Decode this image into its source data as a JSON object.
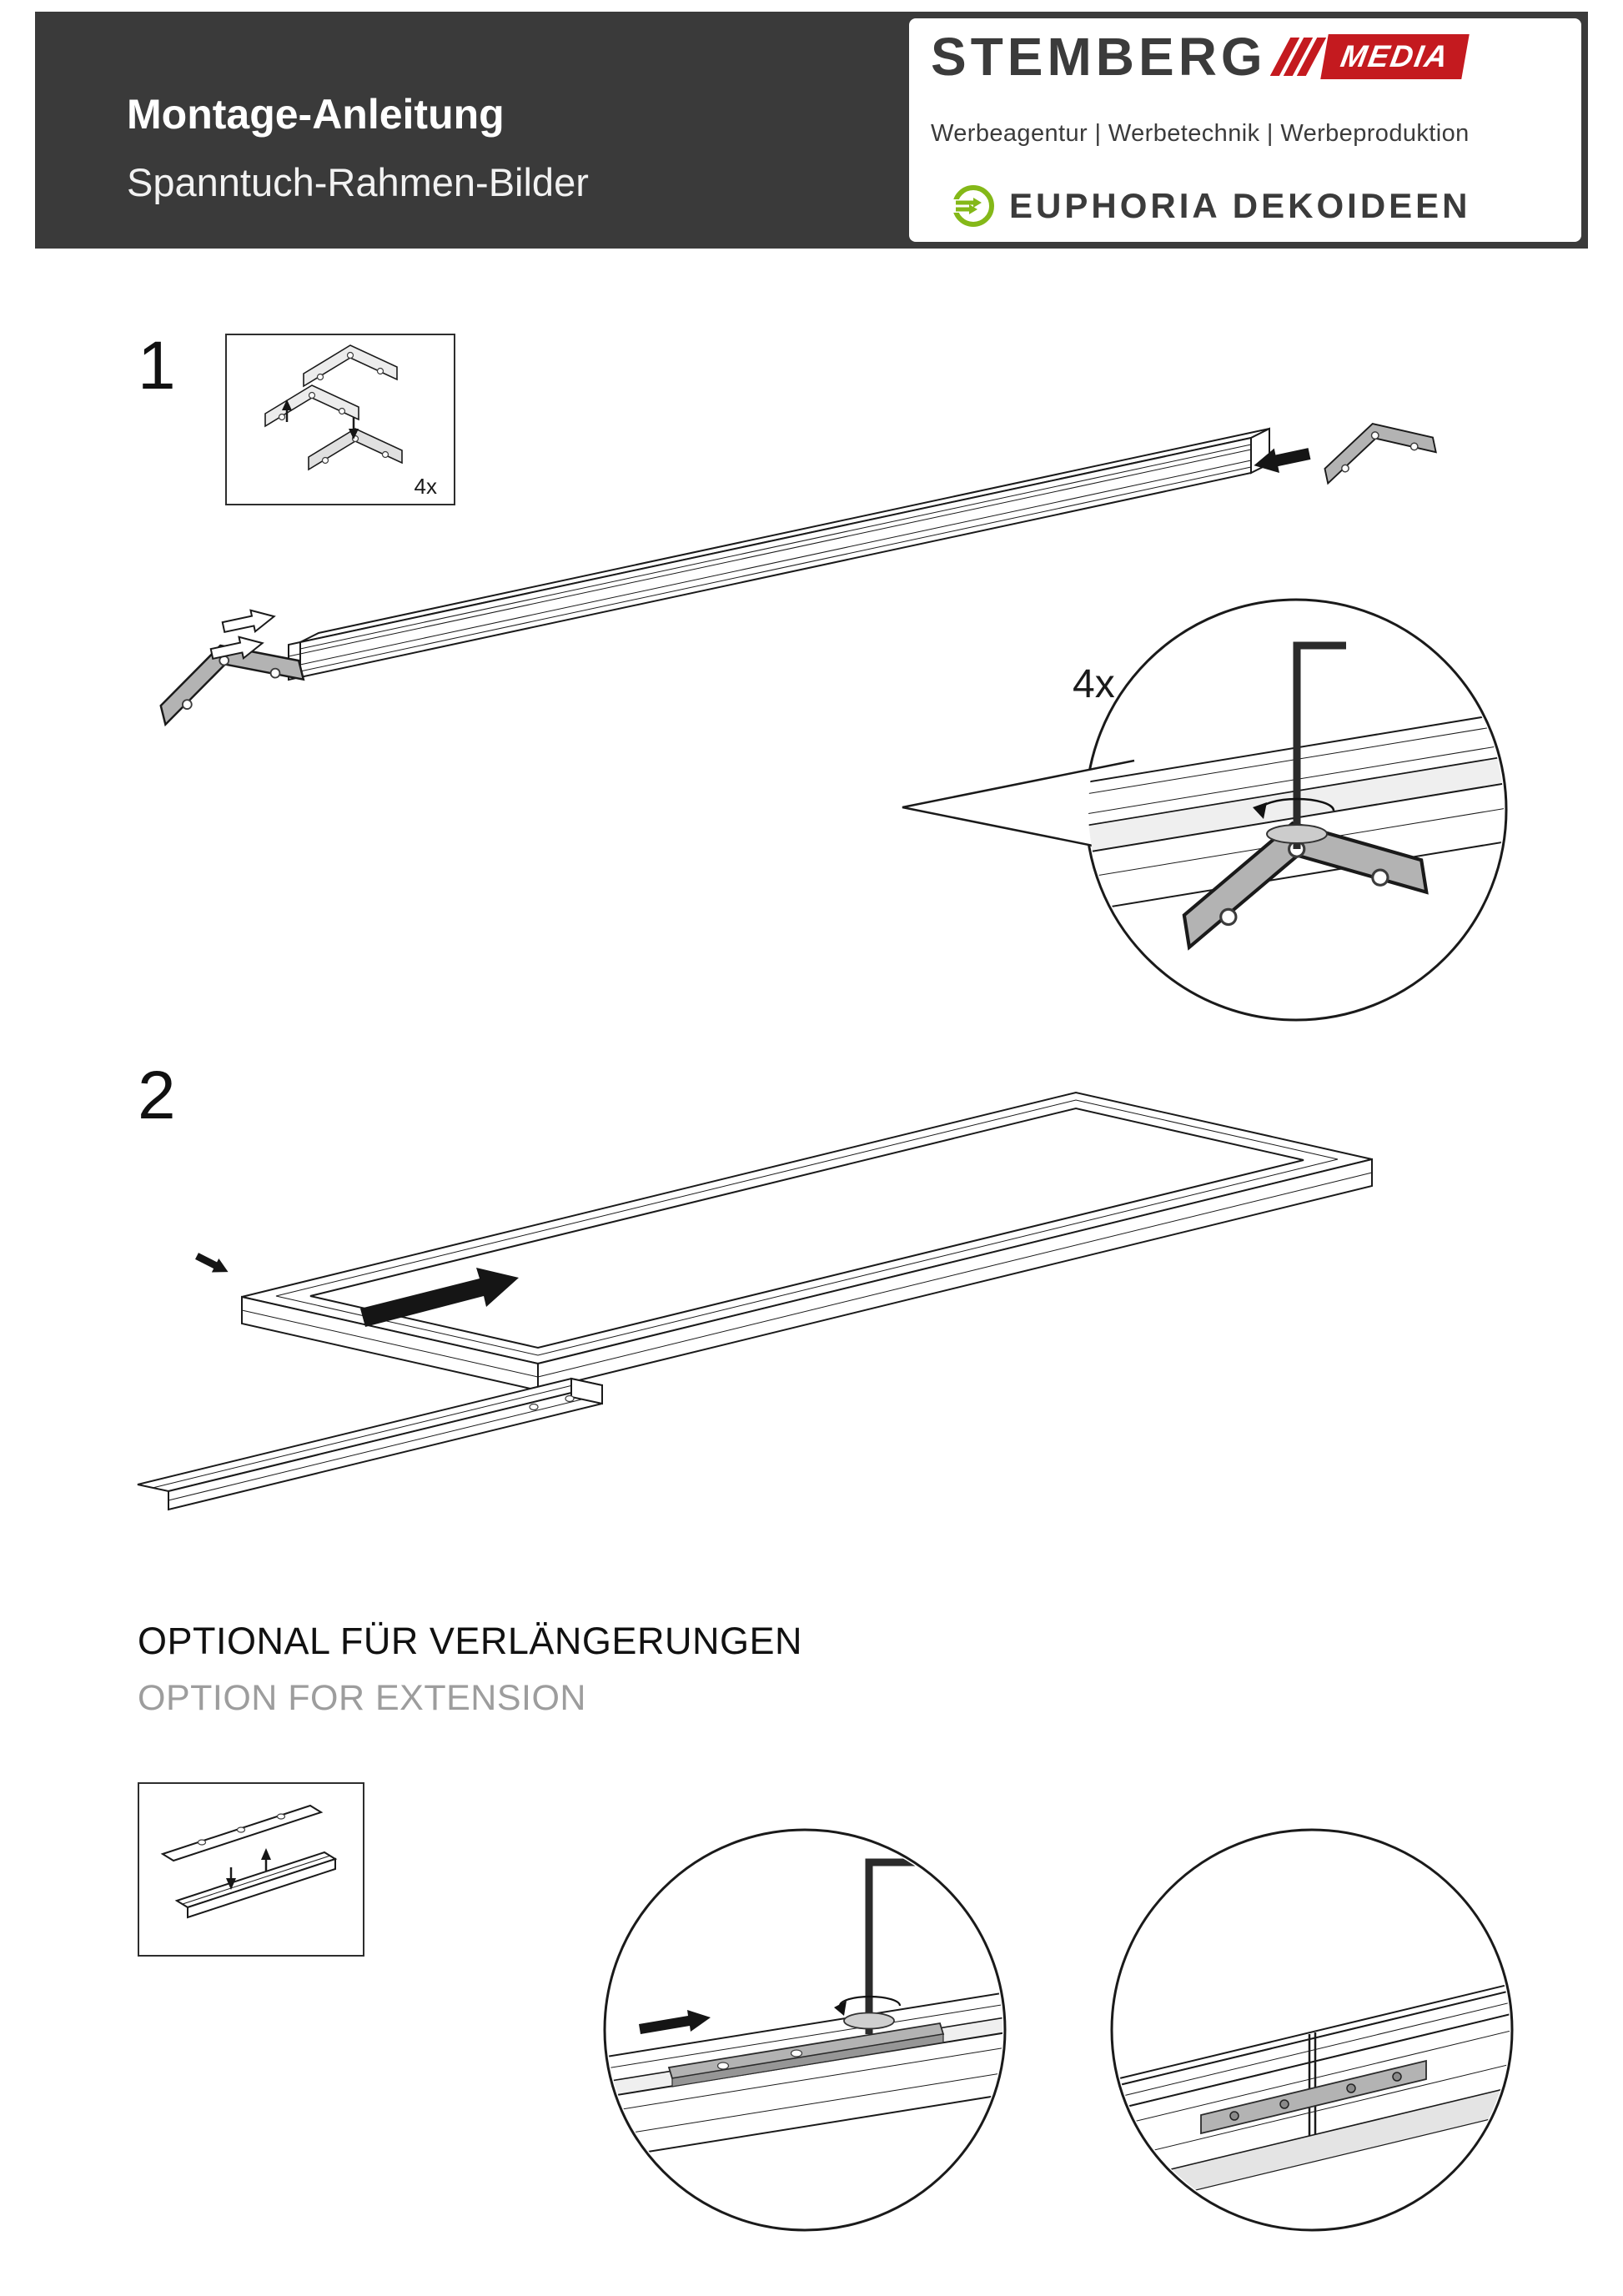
{
  "header": {
    "title": "Montage-Anleitung",
    "subtitle": "Spanntuch-Rahmen-Bilder",
    "brand_primary": {
      "name": "STEMBERG",
      "badge": "MEDIA",
      "tagline": "Werbeagentur | Werbetechnik | Werbeproduktion"
    },
    "brand_secondary": {
      "name": "EUPHORIA DEKOIDEEN"
    }
  },
  "steps": {
    "step1": {
      "number": "1",
      "box_count": "4x",
      "detail_count": "4x"
    },
    "step2": {
      "number": "2"
    }
  },
  "optional": {
    "title_de": "OPTIONAL FÜR VERLÄNGERUNGEN",
    "title_en": "OPTION FOR EXTENSION"
  },
  "icons": {
    "media_stripes": "diagonal-stripes",
    "euphoria_mark": "green-circle-arrows-logo",
    "corner_bracket": "l-shaped-connector-plate",
    "linear_bracket": "straight-connector-plate",
    "detail_tool": "allen-key",
    "direction": "solid-arrow"
  },
  "colors": {
    "header_bg": "#3a3a3a",
    "accent_red": "#c41a1f",
    "accent_green": "#84b818",
    "line": "#1a1a1a",
    "metal_gray": "#b3b3b3",
    "muted_text": "#9d9d9d"
  }
}
